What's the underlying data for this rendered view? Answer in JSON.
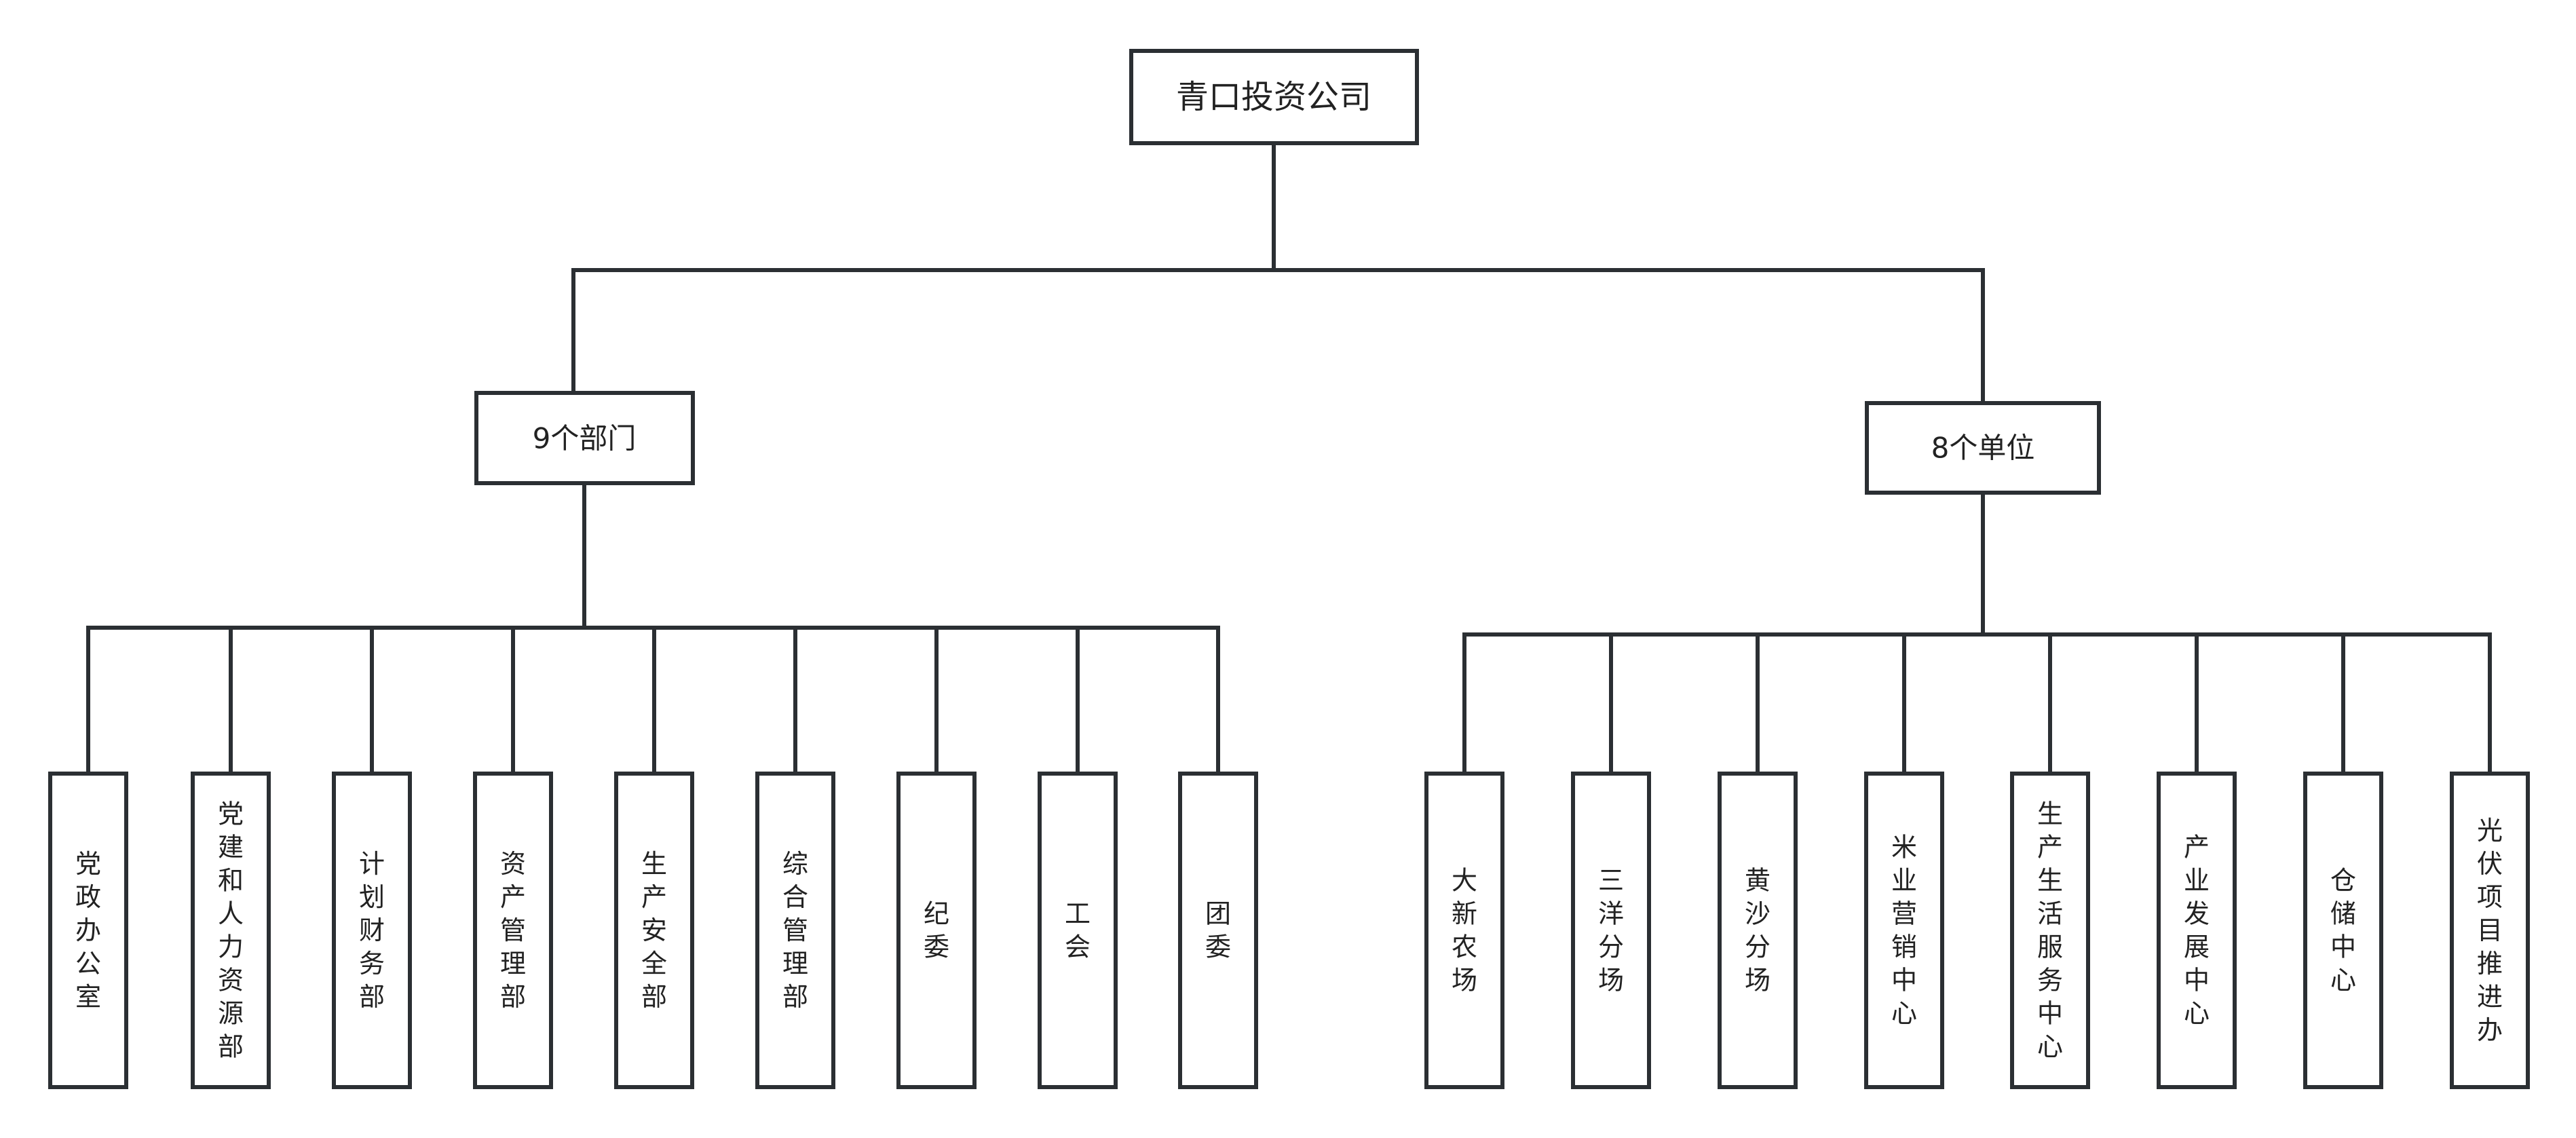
{
  "root": {
    "label": "青口投资公司"
  },
  "groups": [
    {
      "label": "9个部门",
      "children": [
        "党政办公室",
        "党建和人力资源部",
        "计划财务部",
        "资产管理部",
        "生产安全部",
        "综合管理部",
        "纪委",
        "工会",
        "团委"
      ]
    },
    {
      "label": "8个单位",
      "children": [
        "大新农场",
        "三洋分场",
        "黄沙分场",
        "米业营销中心",
        "生产生活服务中心",
        "产业发展中心",
        "仓储中心",
        "光伏项目推进办"
      ]
    }
  ],
  "colors": {
    "line": "#2b2f33",
    "text": "#222222",
    "background": "#ffffff"
  }
}
